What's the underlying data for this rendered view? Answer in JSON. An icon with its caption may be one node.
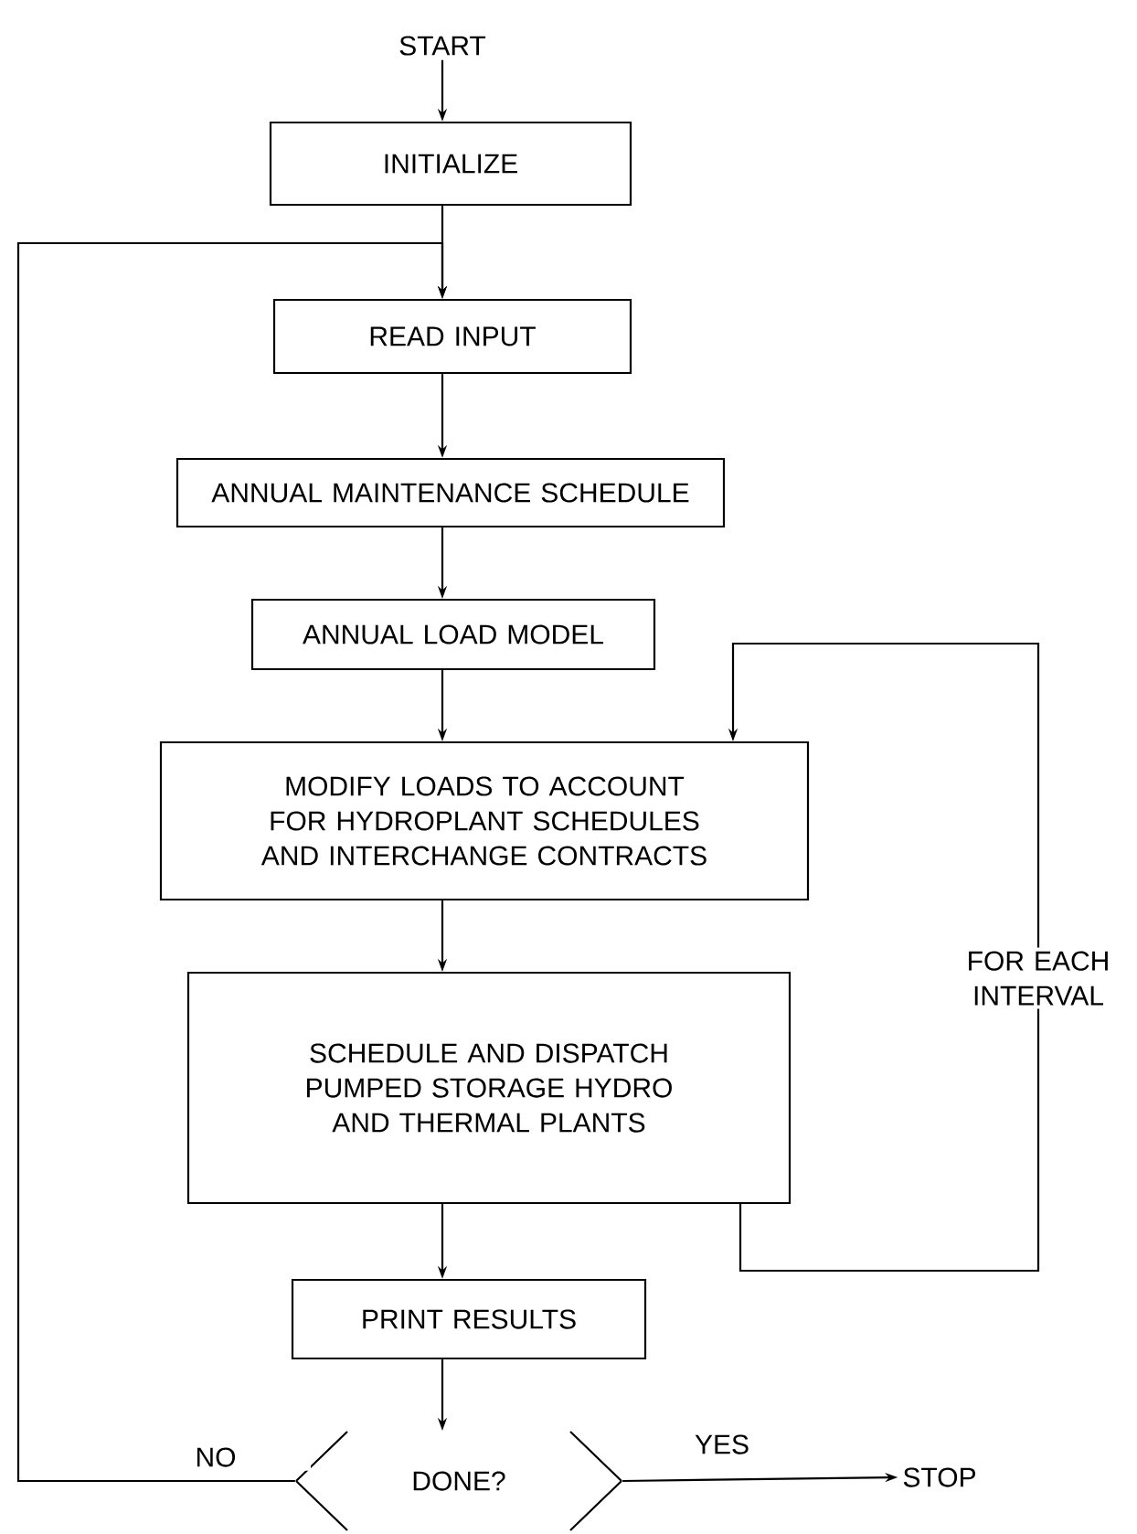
{
  "diagram": {
    "nodes": [
      {
        "text": [
          "START"
        ]
      },
      {
        "text": [
          "INITIALIZE"
        ]
      },
      {
        "text": [
          "READ INPUT"
        ]
      },
      {
        "text": [
          "ANNUAL MAINTENANCE SCHEDULE"
        ]
      },
      {
        "text": [
          "ANNUAL LOAD MODEL"
        ]
      },
      {
        "text": [
          "MODIFY LOADS TO ACCOUNT FOR HYDROPLANT SCHEDULES AND INTERCHANGE CONTRACTS"
        ]
      },
      {
        "text": [
          "SCHEDULE AND DISPATCH PUMPED STORAGE HYDRO AND THERMAL PLANTS"
        ]
      },
      {
        "text": [
          "PRINT RESULTS"
        ]
      },
      {
        "text": [
          "DONE?"
        ]
      },
      {
        "text": [
          "STOP"
        ]
      }
    ],
    "edges": [
      {
        "from": 0,
        "to": 1,
        "arrow": "to"
      },
      {
        "from": 1,
        "to": 2,
        "arrow": "to"
      },
      {
        "from": 2,
        "to": 3,
        "arrow": "to"
      },
      {
        "from": 3,
        "to": 4,
        "arrow": "to"
      },
      {
        "from": 4,
        "to": 5,
        "arrow": "to"
      },
      {
        "from": 5,
        "to": 6,
        "arrow": "to"
      },
      {
        "from": 6,
        "to": 7,
        "arrow": "to"
      },
      {
        "from": 7,
        "to": 8,
        "arrow": "to"
      },
      {
        "from": 8,
        "to": 9,
        "arrow": "to",
        "label": "YES"
      },
      {
        "from": 8,
        "to": 2,
        "arrow": "to",
        "label": "NO"
      },
      {
        "from": 6,
        "to": 5,
        "arrow": "to",
        "label": "FOR EACH INTERVAL"
      }
    ]
  }
}
